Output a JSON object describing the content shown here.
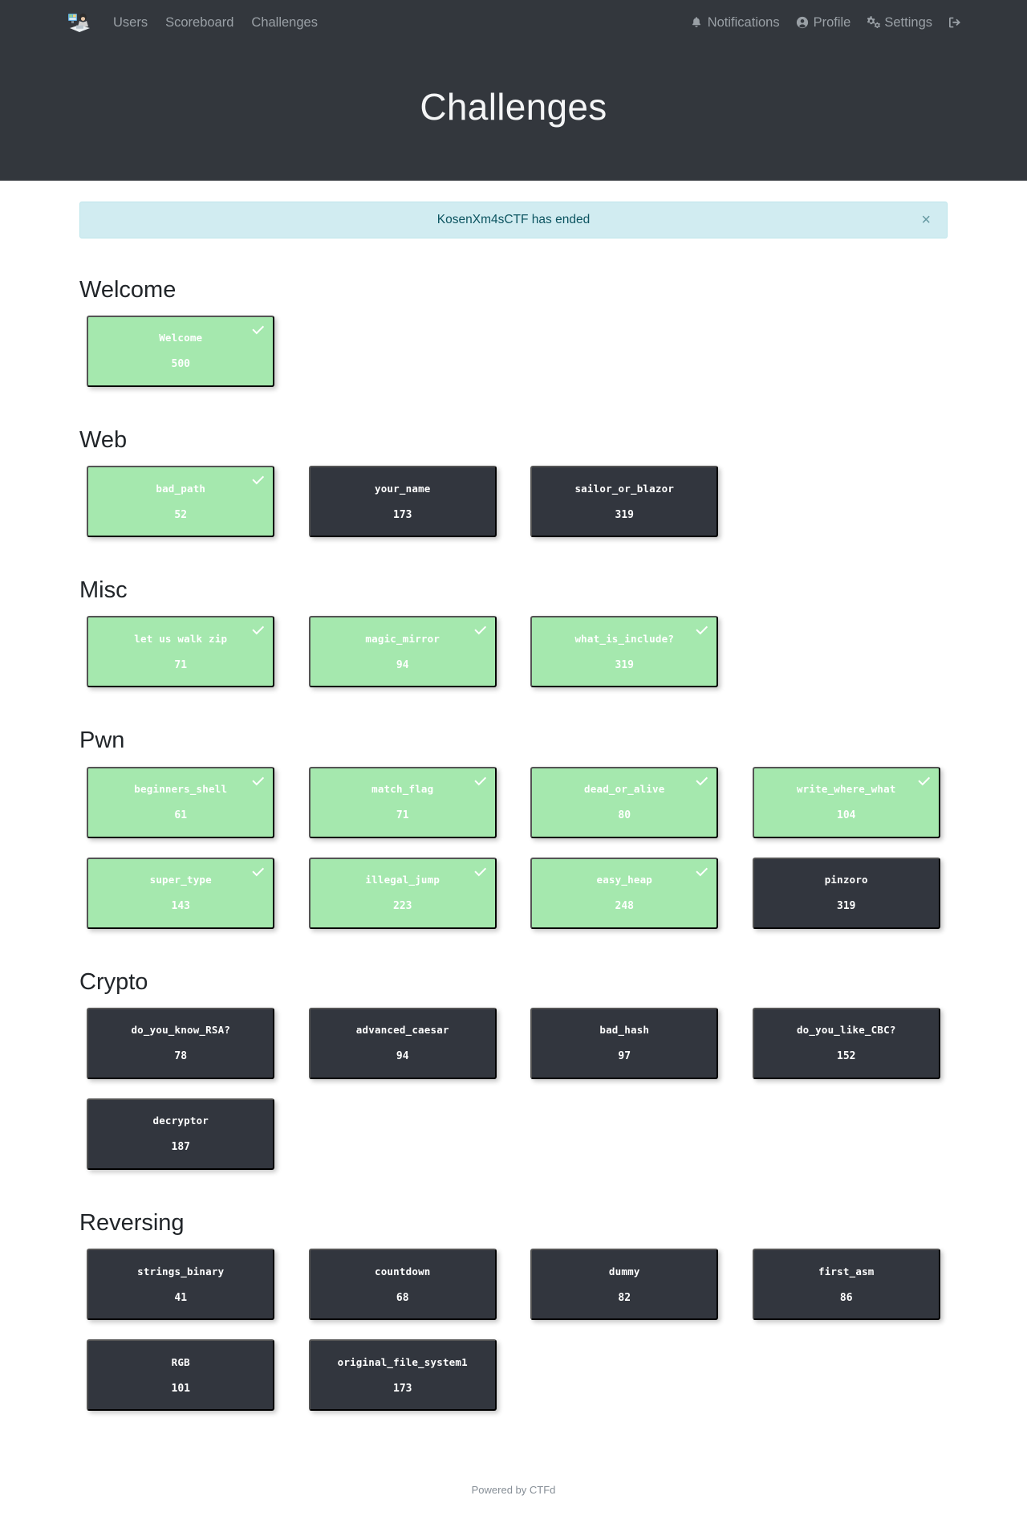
{
  "navbar": {
    "brand_icon": "ctf-logo-icon",
    "left_links": [
      {
        "label": "Users",
        "icon": ""
      },
      {
        "label": "Scoreboard",
        "icon": ""
      },
      {
        "label": "Challenges",
        "icon": ""
      }
    ],
    "right_links": [
      {
        "label": "Notifications",
        "icon": "bell-icon"
      },
      {
        "label": "Profile",
        "icon": "user-circle-icon"
      },
      {
        "label": "Settings",
        "icon": "gears-icon"
      },
      {
        "label": "",
        "icon": "sign-out-icon"
      }
    ]
  },
  "header": {
    "title": "Challenges"
  },
  "alert": {
    "message": "KosenXm4sCTF has ended",
    "close_label": "×",
    "background": "#d1ecf1",
    "text_color": "#0c5460"
  },
  "colors": {
    "navbar_bg": "#33373d",
    "solved_card": "#a5e8ae",
    "unsolved_card": "#32363e",
    "page_bg": "#ffffff"
  },
  "categories": [
    {
      "name": "Welcome",
      "challenges": [
        {
          "name": "Welcome",
          "value": "500",
          "solved": true
        }
      ]
    },
    {
      "name": "Web",
      "challenges": [
        {
          "name": "bad_path",
          "value": "52",
          "solved": true
        },
        {
          "name": "your_name",
          "value": "173",
          "solved": false
        },
        {
          "name": "sailor_or_blazor",
          "value": "319",
          "solved": false
        }
      ]
    },
    {
      "name": "Misc",
      "challenges": [
        {
          "name": "let us walk zip",
          "value": "71",
          "solved": true
        },
        {
          "name": "magic_mirror",
          "value": "94",
          "solved": true
        },
        {
          "name": "what_is_include?",
          "value": "319",
          "solved": true
        }
      ]
    },
    {
      "name": "Pwn",
      "challenges": [
        {
          "name": "beginners_shell",
          "value": "61",
          "solved": true
        },
        {
          "name": "match_flag",
          "value": "71",
          "solved": true
        },
        {
          "name": "dead_or_alive",
          "value": "80",
          "solved": true
        },
        {
          "name": "write_where_what",
          "value": "104",
          "solved": true
        },
        {
          "name": "super_type",
          "value": "143",
          "solved": true
        },
        {
          "name": "illegal_jump",
          "value": "223",
          "solved": true
        },
        {
          "name": "easy_heap",
          "value": "248",
          "solved": true
        },
        {
          "name": "pinzoro",
          "value": "319",
          "solved": false
        }
      ]
    },
    {
      "name": "Crypto",
      "challenges": [
        {
          "name": "do_you_know_RSA?",
          "value": "78",
          "solved": false
        },
        {
          "name": "advanced_caesar",
          "value": "94",
          "solved": false
        },
        {
          "name": "bad_hash",
          "value": "97",
          "solved": false
        },
        {
          "name": "do_you_like_CBC?",
          "value": "152",
          "solved": false
        },
        {
          "name": "decryptor",
          "value": "187",
          "solved": false
        }
      ]
    },
    {
      "name": "Reversing",
      "challenges": [
        {
          "name": "strings_binary",
          "value": "41",
          "solved": false
        },
        {
          "name": "countdown",
          "value": "68",
          "solved": false
        },
        {
          "name": "dummy",
          "value": "82",
          "solved": false
        },
        {
          "name": "first_asm",
          "value": "86",
          "solved": false
        },
        {
          "name": "RGB",
          "value": "101",
          "solved": false
        },
        {
          "name": "original_file_system1",
          "value": "173",
          "solved": false
        }
      ]
    }
  ],
  "footer": {
    "text": "Powered by CTFd"
  }
}
